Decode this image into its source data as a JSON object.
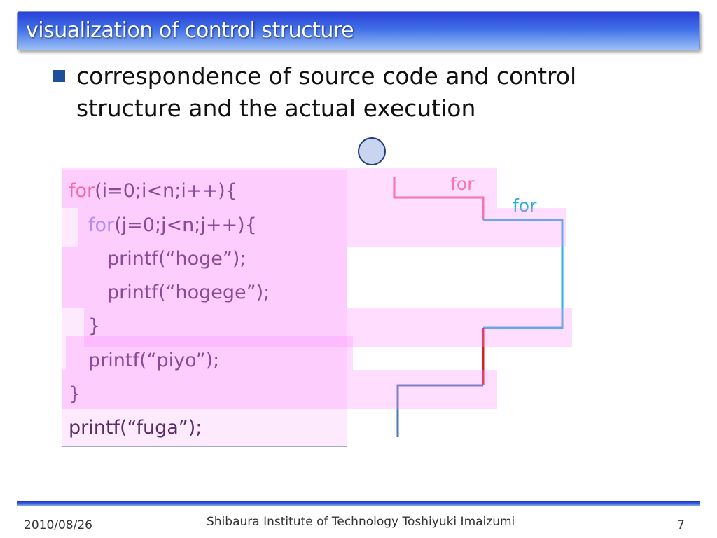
{
  "slide": {
    "title": "visualization of control structure",
    "bullet": "correspondence of source code and control structure and the actual execution"
  },
  "code": {
    "line1": {
      "keyword": "for",
      "rest": "(i=0;i<n;i++){"
    },
    "line2": {
      "keyword": "for",
      "rest": "(j=0;j<n;j++){"
    },
    "line3": "printf(“hoge”);",
    "line4": "printf(“hogege”);",
    "line5": "}",
    "line6": "printf(“piyo”);",
    "line7": "}",
    "line8": "printf(“fuga”);"
  },
  "diagram": {
    "outer_loop_label": "for",
    "inner_loop_label": "for",
    "colors": {
      "outer": "#f06a8c",
      "inner": "#2bb0dc",
      "outer_body": "#d31c2c",
      "exit": "#4a7ab0",
      "highlight": "#ff8dff"
    }
  },
  "footer": {
    "date": "2010/08/26",
    "author": "Shibaura Institute of Technology Toshiyuki Imaizumi",
    "page": "7"
  }
}
